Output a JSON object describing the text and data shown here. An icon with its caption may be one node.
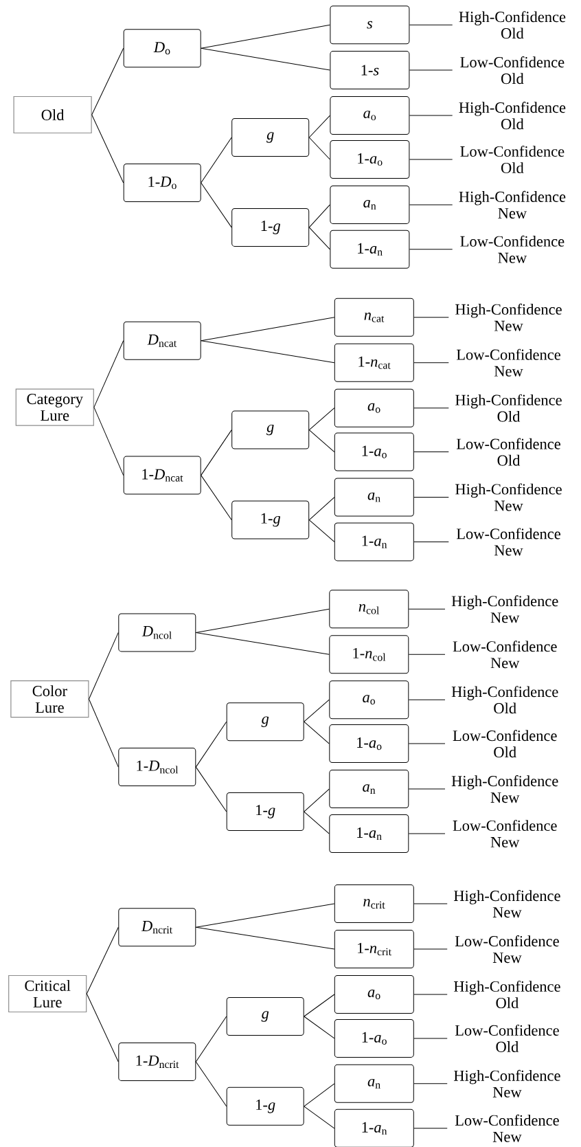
{
  "diagram": {
    "nodes": [
      {
        "text": [
          "Old"
        ]
      },
      {
        "text": [
          "*D*$_{o}$"
        ]
      },
      {
        "text": [
          "1-*D*$_{o}$"
        ]
      },
      {
        "text": [
          "*g*"
        ]
      },
      {
        "text": [
          "1-*g*"
        ]
      },
      {
        "text": [
          "*s*"
        ]
      },
      {
        "text": [
          "1-*s*"
        ]
      },
      {
        "text": [
          "*a*$_{o}$"
        ]
      },
      {
        "text": [
          "1-*a*$_{o}$"
        ]
      },
      {
        "text": [
          "*a*$_{n}$"
        ]
      },
      {
        "text": [
          "1-*a*$_{n}$"
        ]
      },
      {
        "text": [
          "High-Confidence Old"
        ]
      },
      {
        "text": [
          "Low-Confidence Old"
        ]
      },
      {
        "text": [
          "High-Confidence Old"
        ]
      },
      {
        "text": [
          "Low-Confidence Old"
        ]
      },
      {
        "text": [
          "High-Confidence New"
        ]
      },
      {
        "text": [
          "Low-Confidence New"
        ]
      },
      {
        "text": [
          "Category Lure"
        ]
      },
      {
        "text": [
          "*D*$_{ncat}$"
        ]
      },
      {
        "text": [
          "1-*D*$_{ncat}$"
        ]
      },
      {
        "text": [
          "*g*"
        ]
      },
      {
        "text": [
          "1-*g*"
        ]
      },
      {
        "text": [
          "*n*$_{cat}$"
        ]
      },
      {
        "text": [
          "1-*n*$_{cat}$"
        ]
      },
      {
        "text": [
          "*a*$_{o}$"
        ]
      },
      {
        "text": [
          "1-*a*$_{o}$"
        ]
      },
      {
        "text": [
          "*a*$_{n}$"
        ]
      },
      {
        "text": [
          "1-*a*$_{n}$"
        ]
      },
      {
        "text": [
          "High-Confidence New"
        ]
      },
      {
        "text": [
          "Low-Confidence New"
        ]
      },
      {
        "text": [
          "High-Confidence Old"
        ]
      },
      {
        "text": [
          "Low-Confidence Old"
        ]
      },
      {
        "text": [
          "High-Confidence New"
        ]
      },
      {
        "text": [
          "Low-Confidence New"
        ]
      },
      {
        "text": [
          "Color Lure"
        ]
      },
      {
        "text": [
          "*D*$_{ncol}$"
        ]
      },
      {
        "text": [
          "1-*D*$_{ncol}$"
        ]
      },
      {
        "text": [
          "*g*"
        ]
      },
      {
        "text": [
          "1-*g*"
        ]
      },
      {
        "text": [
          "*n*$_{col}$"
        ]
      },
      {
        "text": [
          "1-*n*$_{col}$"
        ]
      },
      {
        "text": [
          "*a*$_{o}$"
        ]
      },
      {
        "text": [
          "1-*a*$_{o}$"
        ]
      },
      {
        "text": [
          "*a*$_{n}$"
        ]
      },
      {
        "text": [
          "1-*a*$_{n}$"
        ]
      },
      {
        "text": [
          "High-Confidence New"
        ]
      },
      {
        "text": [
          "Low-Confidence New"
        ]
      },
      {
        "text": [
          "High-Confidence Old"
        ]
      },
      {
        "text": [
          "Low-Confidence Old"
        ]
      },
      {
        "text": [
          "High-Confidence New"
        ]
      },
      {
        "text": [
          "Low-Confidence New"
        ]
      },
      {
        "text": [
          "Critical Lure"
        ]
      },
      {
        "text": [
          "*D*$_{ncrit}$"
        ]
      },
      {
        "text": [
          "1-*D*$_{ncrit}$"
        ]
      },
      {
        "text": [
          "*g*"
        ]
      },
      {
        "text": [
          "1-*g*"
        ]
      },
      {
        "text": [
          "*n*$_{crit}$"
        ]
      },
      {
        "text": [
          "1-*n*$_{crit}$"
        ]
      },
      {
        "text": [
          "*a*$_{o}$"
        ]
      },
      {
        "text": [
          "1-*a*$_{o}$"
        ]
      },
      {
        "text": [
          "*a*$_{n}$"
        ]
      },
      {
        "text": [
          "1-*a*$_{n}$"
        ]
      },
      {
        "text": [
          "High-Confidence New"
        ]
      },
      {
        "text": [
          "Low-Confidence New"
        ]
      },
      {
        "text": [
          "High-Confidence Old"
        ]
      },
      {
        "text": [
          "Low-Confidence Old"
        ]
      },
      {
        "text": [
          "High-Confidence New"
        ]
      },
      {
        "text": [
          "Low-Confidence New"
        ]
      }
    ],
    "edges": [
      {
        "from": 0,
        "to": 1,
        "arrow": "none"
      },
      {
        "from": 0,
        "to": 2,
        "arrow": "none"
      },
      {
        "from": 1,
        "to": 5,
        "arrow": "none"
      },
      {
        "from": 1,
        "to": 6,
        "arrow": "none"
      },
      {
        "from": 2,
        "to": 3,
        "arrow": "none"
      },
      {
        "from": 2,
        "to": 4,
        "arrow": "none"
      },
      {
        "from": 3,
        "to": 7,
        "arrow": "none"
      },
      {
        "from": 3,
        "to": 8,
        "arrow": "none"
      },
      {
        "from": 4,
        "to": 9,
        "arrow": "none"
      },
      {
        "from": 4,
        "to": 10,
        "arrow": "none"
      },
      {
        "from": 5,
        "to": 11,
        "arrow": "none"
      },
      {
        "from": 6,
        "to": 12,
        "arrow": "none"
      },
      {
        "from": 7,
        "to": 13,
        "arrow": "none"
      },
      {
        "from": 8,
        "to": 14,
        "arrow": "none"
      },
      {
        "from": 9,
        "to": 15,
        "arrow": "none"
      },
      {
        "from": 10,
        "to": 16,
        "arrow": "none"
      },
      {
        "from": 17,
        "to": 18,
        "arrow": "none"
      },
      {
        "from": 17,
        "to": 19,
        "arrow": "none"
      },
      {
        "from": 18,
        "to": 22,
        "arrow": "none"
      },
      {
        "from": 18,
        "to": 23,
        "arrow": "none"
      },
      {
        "from": 19,
        "to": 20,
        "arrow": "none"
      },
      {
        "from": 19,
        "to": 21,
        "arrow": "none"
      },
      {
        "from": 20,
        "to": 24,
        "arrow": "none"
      },
      {
        "from": 20,
        "to": 25,
        "arrow": "none"
      },
      {
        "from": 21,
        "to": 26,
        "arrow": "none"
      },
      {
        "from": 21,
        "to": 27,
        "arrow": "none"
      },
      {
        "from": 22,
        "to": 28,
        "arrow": "none"
      },
      {
        "from": 23,
        "to": 29,
        "arrow": "none"
      },
      {
        "from": 24,
        "to": 30,
        "arrow": "none"
      },
      {
        "from": 25,
        "to": 31,
        "arrow": "none"
      },
      {
        "from": 26,
        "to": 32,
        "arrow": "none"
      },
      {
        "from": 27,
        "to": 33,
        "arrow": "none"
      },
      {
        "from": 34,
        "to": 35,
        "arrow": "none"
      },
      {
        "from": 34,
        "to": 36,
        "arrow": "none"
      },
      {
        "from": 35,
        "to": 39,
        "arrow": "none"
      },
      {
        "from": 35,
        "to": 40,
        "arrow": "none"
      },
      {
        "from": 36,
        "to": 37,
        "arrow": "none"
      },
      {
        "from": 36,
        "to": 38,
        "arrow": "none"
      },
      {
        "from": 37,
        "to": 41,
        "arrow": "none"
      },
      {
        "from": 37,
        "to": 42,
        "arrow": "none"
      },
      {
        "from": 38,
        "to": 43,
        "arrow": "none"
      },
      {
        "from": 38,
        "to": 44,
        "arrow": "none"
      },
      {
        "from": 39,
        "to": 45,
        "arrow": "none"
      },
      {
        "from": 40,
        "to": 46,
        "arrow": "none"
      },
      {
        "from": 41,
        "to": 47,
        "arrow": "none"
      },
      {
        "from": 42,
        "to": 48,
        "arrow": "none"
      },
      {
        "from": 43,
        "to": 49,
        "arrow": "none"
      },
      {
        "from": 44,
        "to": 50,
        "arrow": "none"
      },
      {
        "from": 51,
        "to": 52,
        "arrow": "none"
      },
      {
        "from": 51,
        "to": 53,
        "arrow": "none"
      },
      {
        "from": 52,
        "to": 56,
        "arrow": "none"
      },
      {
        "from": 52,
        "to": 57,
        "arrow": "none"
      },
      {
        "from": 53,
        "to": 54,
        "arrow": "none"
      },
      {
        "from": 53,
        "to": 55,
        "arrow": "none"
      },
      {
        "from": 54,
        "to": 58,
        "arrow": "none"
      },
      {
        "from": 54,
        "to": 59,
        "arrow": "none"
      },
      {
        "from": 55,
        "to": 60,
        "arrow": "none"
      },
      {
        "from": 55,
        "to": 61,
        "arrow": "none"
      },
      {
        "from": 56,
        "to": 62,
        "arrow": "none"
      },
      {
        "from": 57,
        "to": 63,
        "arrow": "none"
      },
      {
        "from": 58,
        "to": 64,
        "arrow": "none"
      },
      {
        "from": 59,
        "to": 65,
        "arrow": "none"
      },
      {
        "from": 60,
        "to": 66,
        "arrow": "none"
      },
      {
        "from": 61,
        "to": 67,
        "arrow": "none"
      }
    ]
  }
}
